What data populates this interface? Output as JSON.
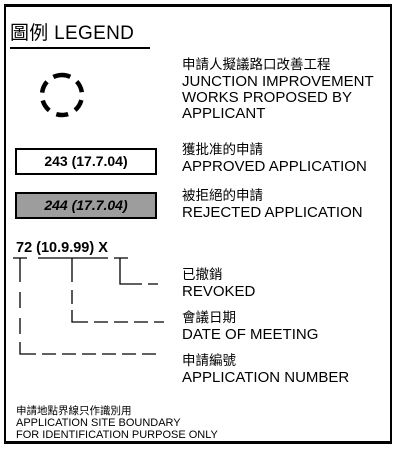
{
  "legend": {
    "title": "圖例  LEGEND",
    "items": {
      "junction": {
        "zh": "申請人擬議路口改善工程",
        "en_lines": [
          "JUNCTION IMPROVEMENT",
          "WORKS PROPOSED BY",
          "APPLICANT"
        ]
      },
      "approved": {
        "sample": "243 (17.7.04)",
        "zh": "獲批准的申請",
        "en": "APPROVED APPLICATION"
      },
      "rejected": {
        "sample": "244 (17.7.04)",
        "zh": "被拒絕的申請",
        "en": "REJECTED APPLICATION",
        "fill_color": "#9d9d9d"
      },
      "sample_number": "72  (10.9.99)  X",
      "revoked": {
        "zh": "已撤銷",
        "en": "REVOKED"
      },
      "meeting": {
        "zh": "會議日期",
        "en": "DATE OF MEETING"
      },
      "appnum": {
        "zh": "申請編號",
        "en": "APPLICATION NUMBER"
      }
    },
    "footnote": {
      "zh": "申請地點界線只作識別用",
      "en_line1": "APPLICATION SITE BOUNDARY",
      "en_line2": "FOR IDENTIFICATION PURPOSE ONLY"
    }
  }
}
